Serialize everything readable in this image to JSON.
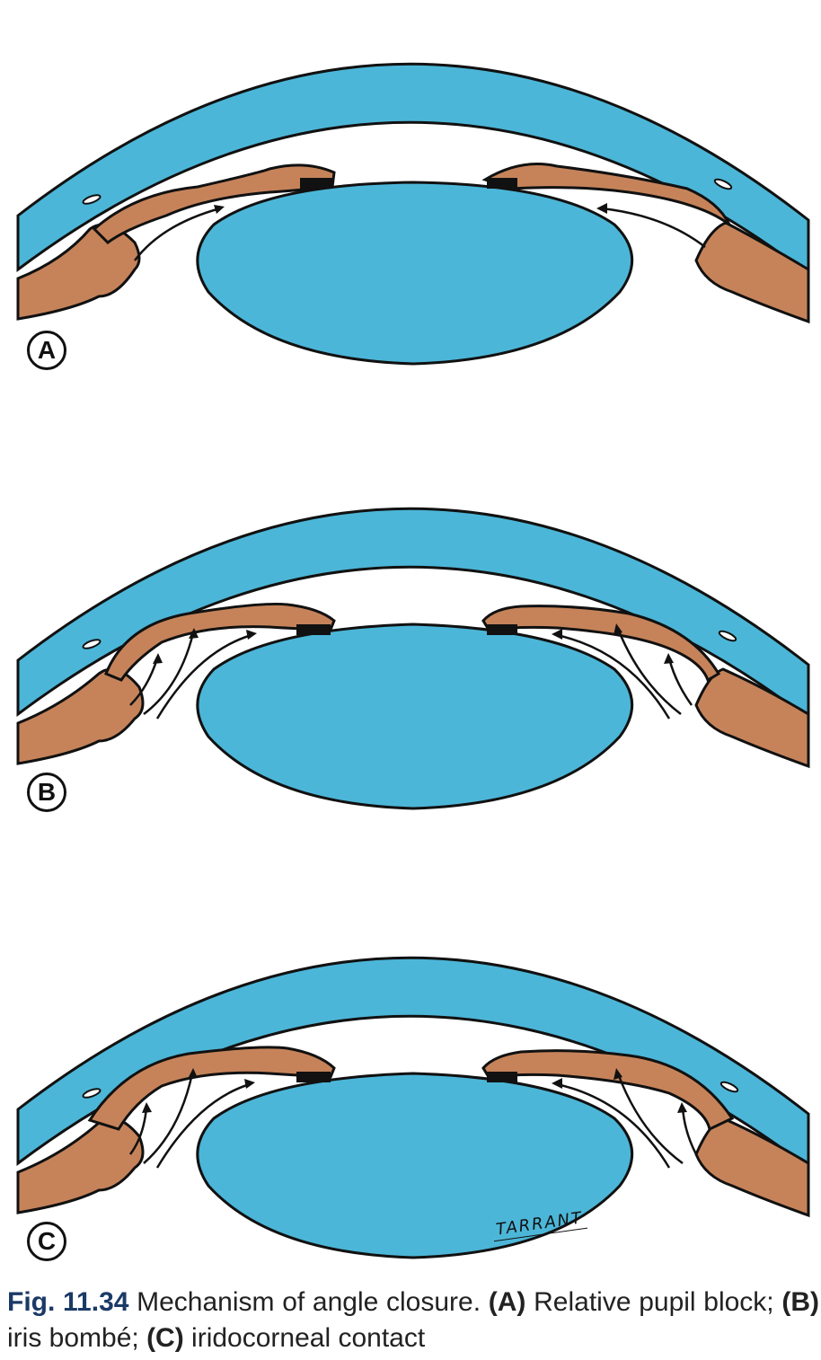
{
  "colors": {
    "cornea": "#4cb6d8",
    "lens": "#4cb6d8",
    "iris": "#c6835a",
    "pigment": "#111111",
    "outline": "#111111",
    "caption_accent": "#1b3a66"
  },
  "panels": [
    {
      "label": "A",
      "arrows": "pupillary-flow-only"
    },
    {
      "label": "B",
      "arrows": "bowed-iris-flow"
    },
    {
      "label": "C",
      "arrows": "bowed-iris-flow"
    }
  ],
  "signature": "TARRANT",
  "caption": {
    "fig_label": "Fig. 11.34",
    "title": " Mechanism of angle closure. ",
    "a_label": "(A)",
    "a_text": " Relative pupil block; ",
    "b_label": "(B)",
    "b_text": " iris bombé; ",
    "c_label": "(C)",
    "c_text": " iridocorneal contact"
  }
}
